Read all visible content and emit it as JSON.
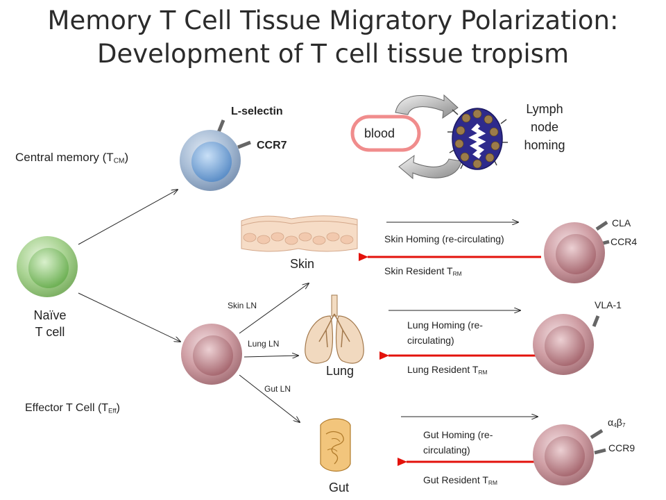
{
  "title": {
    "line1": "Memory T Cell Tissue Migratory Polarization:",
    "line2": "Development of T cell tissue tropism"
  },
  "central_memory": {
    "label": "Central memory (T",
    "sub": "CM",
    "close": ")",
    "marker1": "L-selectin",
    "marker2": "CCR7"
  },
  "lymph_node": {
    "blood": "blood",
    "line1": "Lymph",
    "line2": "node",
    "line3": "homing"
  },
  "naive": {
    "line1": "Naïve",
    "line2": "T cell"
  },
  "effector": {
    "label": "Effector T Cell (T",
    "sub": "Eff",
    "close": ")"
  },
  "ln_routes": {
    "skin": "Skin LN",
    "lung": "Lung LN",
    "gut": "Gut LN"
  },
  "tissues": {
    "skin": "Skin",
    "lung": "Lung",
    "gut": "Gut"
  },
  "skin_row": {
    "homing": "Skin Homing (re-circulating)",
    "resident": "Skin Resident T",
    "resident_sub": "RM",
    "marker1": "CLA",
    "marker2": "CCR4"
  },
  "lung_row": {
    "homing1": "Lung Homing (re-",
    "homing2": "circulating)",
    "resident": "Lung Resident T",
    "resident_sub": "RM",
    "marker1": "VLA-1"
  },
  "gut_row": {
    "homing1": "Gut  Homing (re-",
    "homing2": "circulating)",
    "resident": "Gut Resident T",
    "resident_sub": "RM",
    "marker1_a": "α",
    "marker1_a_sub": "4",
    "marker1_b": "β",
    "marker1_b_sub": "7",
    "marker2": "CCR9"
  },
  "colors": {
    "arrow_red": "#e3120b",
    "cm_cell": "#a9bed6",
    "naive_cell": "#9ccc8a",
    "effector_cell": "#c9959c",
    "blood_ring": "#f08c8c",
    "node_blue": "#2e2a8c"
  }
}
